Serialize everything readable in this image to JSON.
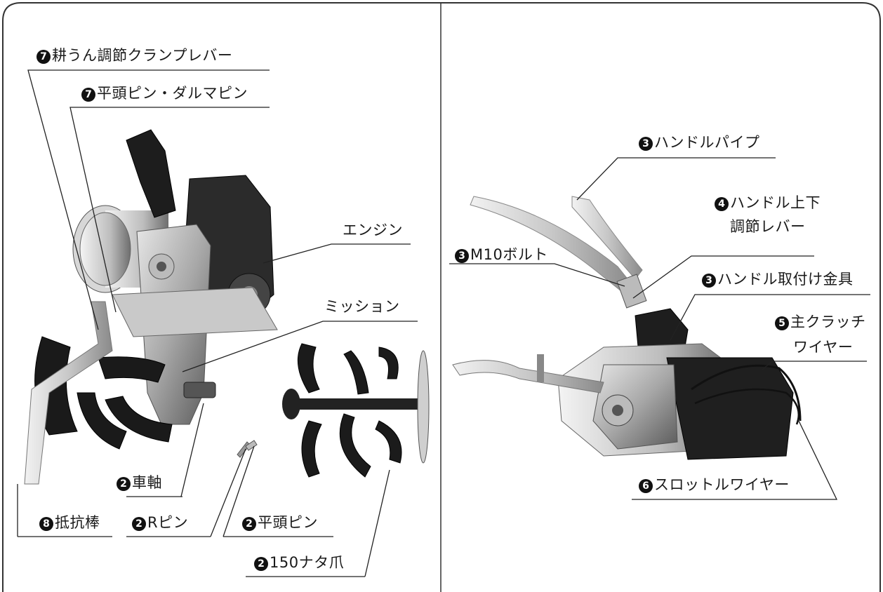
{
  "left_panel": {
    "labels": {
      "tilling_clamp_lever": {
        "num": "7",
        "text": "耕うん調節クランプレバー"
      },
      "flat_pin_daruma_pin": {
        "num": "7",
        "text": "平頭ピン・ダルマピン"
      },
      "engine": {
        "text": "エンジン"
      },
      "mission": {
        "text": "ミッション"
      },
      "axle": {
        "num": "2",
        "text": "車軸"
      },
      "resistance_bar": {
        "num": "8",
        "text": "抵抗棒"
      },
      "r_pin": {
        "num": "2",
        "text": "Rピン"
      },
      "flat_pin": {
        "num": "2",
        "text": "平頭ピン"
      },
      "nata_claw": {
        "num": "2",
        "text": "150ナタ爪"
      }
    }
  },
  "right_panel": {
    "labels": {
      "handle_pipe": {
        "num": "3",
        "text": "ハンドルパイプ"
      },
      "handle_updown_lever_l1": {
        "num": "4",
        "text": "ハンドル上下"
      },
      "handle_updown_lever_l2": {
        "text": "調節レバー"
      },
      "m10_bolt": {
        "num": "3",
        "text": "M10ボルト"
      },
      "handle_bracket": {
        "num": "3",
        "text": "ハンドル取付け金具"
      },
      "main_clutch_wire_l1": {
        "num": "5",
        "text": "主クラッチ"
      },
      "main_clutch_wire_l2": {
        "text": "ワイヤー"
      },
      "throttle_wire": {
        "num": "6",
        "text": "スロットルワイヤー"
      }
    }
  }
}
